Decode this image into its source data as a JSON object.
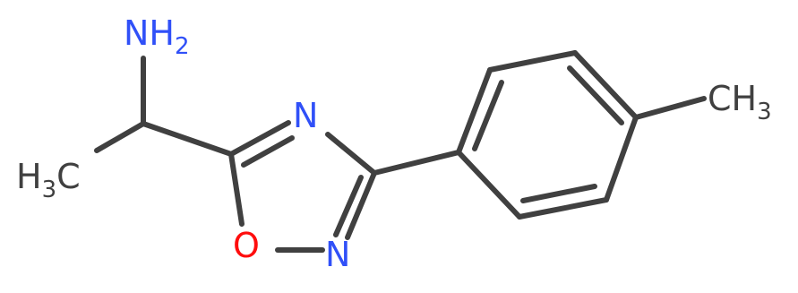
{
  "molecule": {
    "atoms": {
      "nh2": {
        "main": "NH",
        "sub": "2",
        "color": "#3050f8"
      },
      "ch3_left": {
        "prefix": "H",
        "sub": "3",
        "main": "C",
        "color": "#404040"
      },
      "n_ring_top": {
        "main": "N",
        "color": "#3050f8"
      },
      "n_ring_bottom": {
        "main": "N",
        "color": "#3050f8"
      },
      "o_ring": {
        "main": "O",
        "color": "#ff0d0d"
      },
      "ch3_right": {
        "main": "CH",
        "sub": "3",
        "color": "#404040"
      }
    },
    "bond_color": "#404040"
  }
}
